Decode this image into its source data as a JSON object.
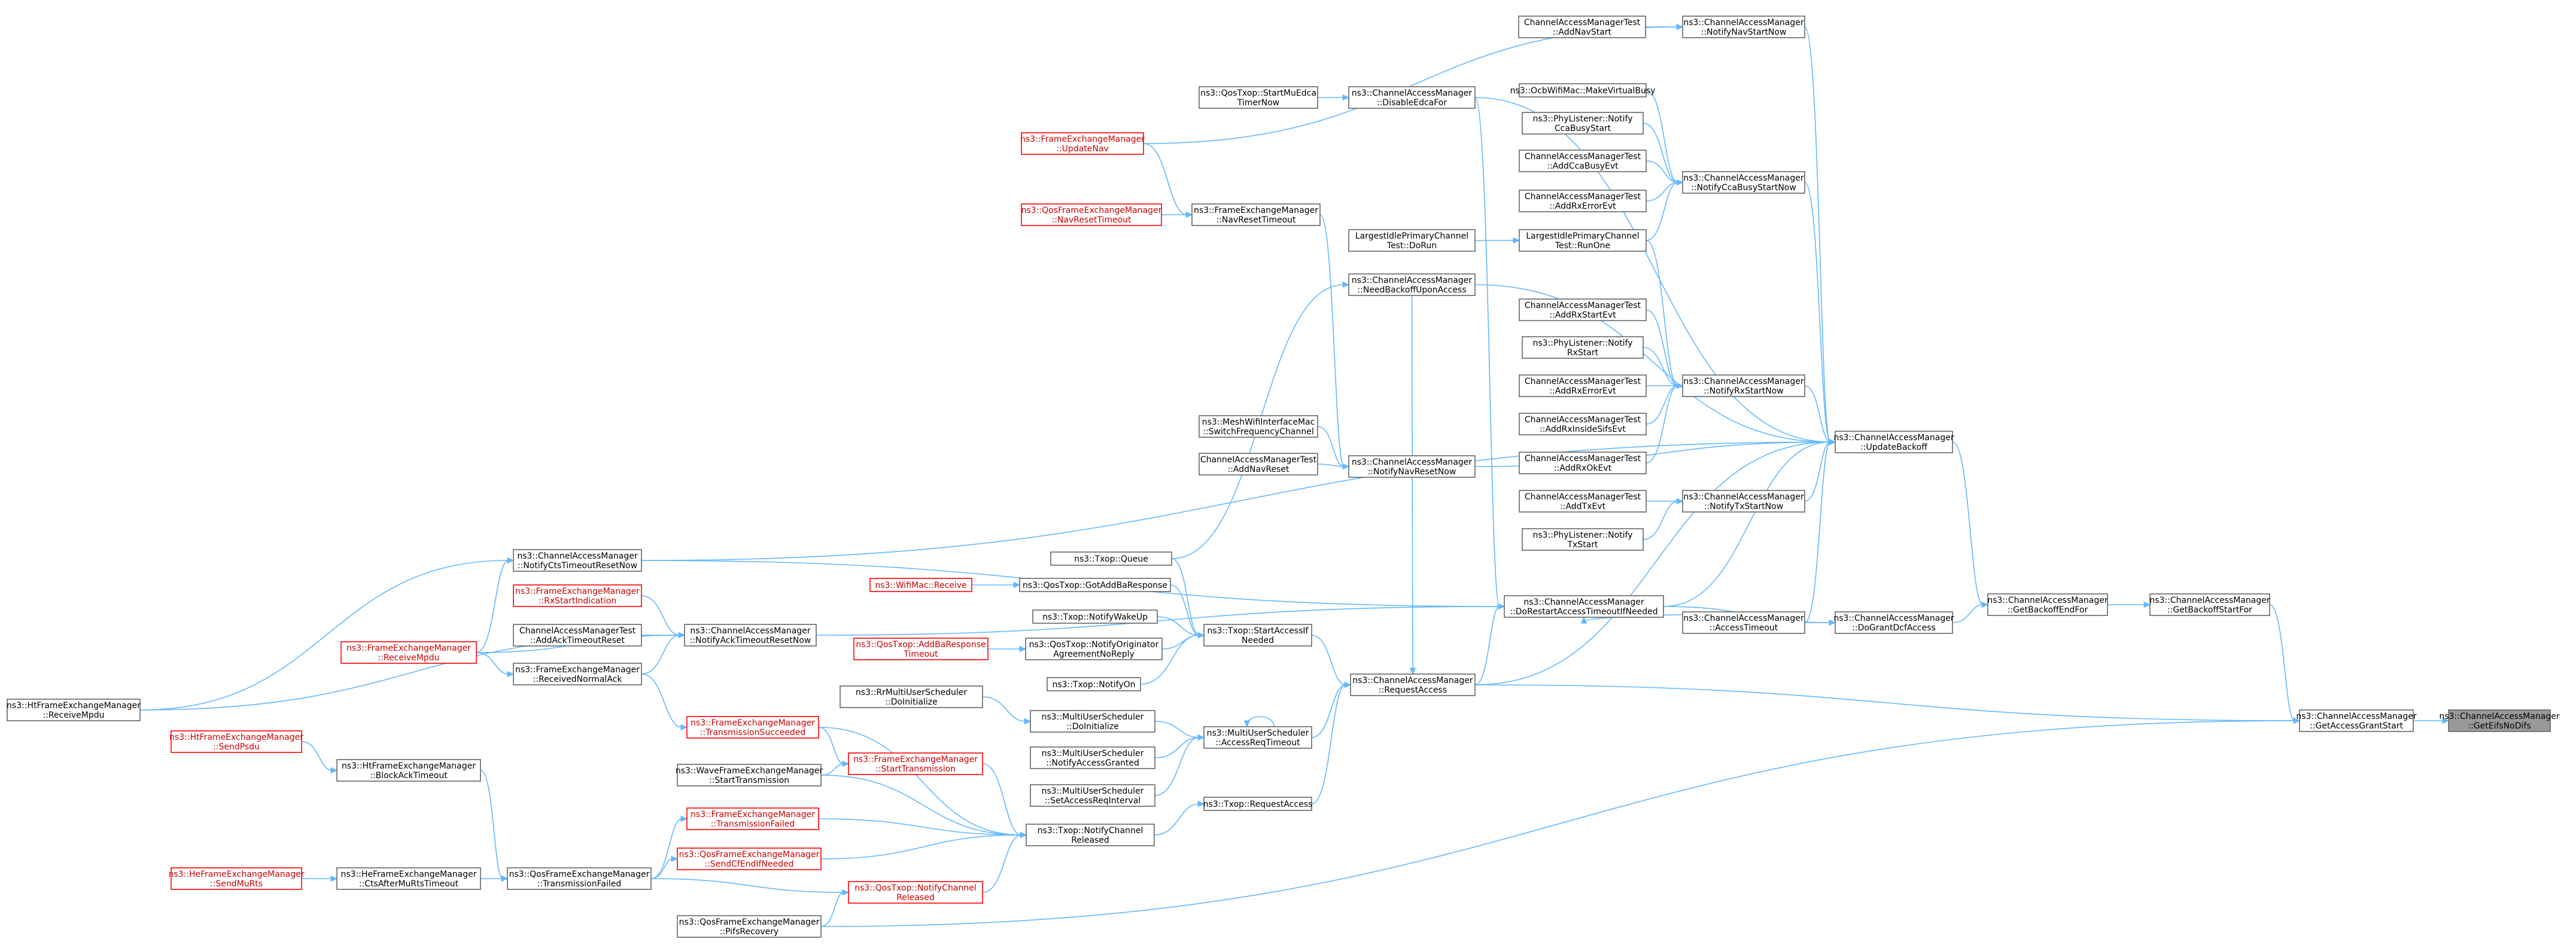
{
  "nodes": [
    {
      "id": "n1",
      "lines": [
        "ns3::ChannelAccessManager",
        "::GetEifsNoDifs"
      ],
      "style": "root"
    },
    {
      "id": "n2",
      "lines": [
        "ns3::ChannelAccessManager",
        "::GetAccessGrantStart"
      ],
      "style": "normal"
    },
    {
      "id": "n3",
      "lines": [
        "ns3::ChannelAccessManager",
        "::GetBackoffStartFor"
      ],
      "style": "normal"
    },
    {
      "id": "n4",
      "lines": [
        "ns3::ChannelAccessManager",
        "::GetBackoffEndFor"
      ],
      "style": "normal"
    },
    {
      "id": "n5",
      "lines": [
        "ns3::ChannelAccessManager",
        "::UpdateBackoff"
      ],
      "style": "normal"
    },
    {
      "id": "n6",
      "lines": [
        "ns3::ChannelAccessManager",
        "::DoGrantDcfAccess"
      ],
      "style": "normal"
    },
    {
      "id": "n7",
      "lines": [
        "ns3::ChannelAccessManager",
        "::AccessTimeout"
      ],
      "style": "normal"
    },
    {
      "id": "n8",
      "lines": [
        "ns3::ChannelAccessManager",
        "::DoRestartAccessTimeoutIfNeeded"
      ],
      "style": "normal"
    },
    {
      "id": "n9",
      "lines": [
        "ns3::ChannelAccessManager",
        "::RequestAccess"
      ],
      "style": "normal"
    },
    {
      "id": "n10",
      "lines": [
        "ns3::ChannelAccessManager",
        "::NotifyNavStartNow"
      ],
      "style": "normal"
    },
    {
      "id": "n11",
      "lines": [
        "ChannelAccessManagerTest",
        "::AddNavStart"
      ],
      "style": "normal"
    },
    {
      "id": "n12",
      "lines": [
        "ns3::ChannelAccessManager",
        "::DisableEdcaFor"
      ],
      "style": "normal"
    },
    {
      "id": "n13",
      "lines": [
        "ns3::QosTxop::StartMuEdca",
        "TimerNow"
      ],
      "style": "normal"
    },
    {
      "id": "n14",
      "lines": [
        "ns3::OcbWifiMac::MakeVirtualBusy"
      ],
      "style": "normal"
    },
    {
      "id": "n15",
      "lines": [
        "ns3::PhyListener::Notify",
        "CcaBusyStart"
      ],
      "style": "normal"
    },
    {
      "id": "n16",
      "lines": [
        "ChannelAccessManagerTest",
        "::AddCcaBusyEvt"
      ],
      "style": "normal"
    },
    {
      "id": "n17",
      "lines": [
        "ns3::ChannelAccessManager",
        "::NotifyCcaBusyStartNow"
      ],
      "style": "normal"
    },
    {
      "id": "n18",
      "lines": [
        "ChannelAccessManagerTest",
        "::AddRxErrorEvt"
      ],
      "style": "normal"
    },
    {
      "id": "n19",
      "lines": [
        "LargestIdlePrimaryChannel",
        "Test::RunOne"
      ],
      "style": "normal"
    },
    {
      "id": "n20",
      "lines": [
        "LargestIdlePrimaryChannel",
        "Test::DoRun"
      ],
      "style": "normal"
    },
    {
      "id": "n21",
      "lines": [
        "ns3::ChannelAccessManager",
        "::NeedBackoffUponAccess"
      ],
      "style": "normal"
    },
    {
      "id": "n22",
      "lines": [
        "ChannelAccessManagerTest",
        "::AddRxStartEvt"
      ],
      "style": "normal"
    },
    {
      "id": "n23",
      "lines": [
        "ns3::PhyListener::Notify",
        "RxStart"
      ],
      "style": "normal"
    },
    {
      "id": "n24",
      "lines": [
        "ChannelAccessManagerTest",
        "::AddRxErrorEvt"
      ],
      "style": "normal"
    },
    {
      "id": "n25",
      "lines": [
        "ns3::ChannelAccessManager",
        "::NotifyRxStartNow"
      ],
      "style": "normal"
    },
    {
      "id": "n26",
      "lines": [
        "ChannelAccessManagerTest",
        "::AddRxInsideSifsEvt"
      ],
      "style": "normal"
    },
    {
      "id": "n27",
      "lines": [
        "ChannelAccessManagerTest",
        "::AddRxOkEvt"
      ],
      "style": "normal"
    },
    {
      "id": "n28",
      "lines": [
        "ChannelAccessManagerTest",
        "::AddTxEvt"
      ],
      "style": "normal"
    },
    {
      "id": "n29",
      "lines": [
        "ns3::ChannelAccessManager",
        "::NotifyTxStartNow"
      ],
      "style": "normal"
    },
    {
      "id": "n30",
      "lines": [
        "ns3::PhyListener::Notify",
        "TxStart"
      ],
      "style": "normal"
    },
    {
      "id": "n31",
      "lines": [
        "ns3::MeshWifiInterfaceMac",
        "::SwitchFrequencyChannel"
      ],
      "style": "normal"
    },
    {
      "id": "n32",
      "lines": [
        "ns3::ChannelAccessManager",
        "::NotifyNavResetNow"
      ],
      "style": "normal"
    },
    {
      "id": "n33",
      "lines": [
        "ChannelAccessManagerTest",
        "::AddNavReset"
      ],
      "style": "normal"
    },
    {
      "id": "n34",
      "lines": [
        "ns3::FrameExchangeManager",
        "::UpdateNav"
      ],
      "style": "red"
    },
    {
      "id": "n35",
      "lines": [
        "ns3::FrameExchangeManager",
        "::NavResetTimeout"
      ],
      "style": "normal"
    },
    {
      "id": "n36",
      "lines": [
        "ns3::QosFrameExchangeManager",
        "::NavResetTimeout"
      ],
      "style": "red"
    },
    {
      "id": "n37",
      "lines": [
        "ns3::Txop::Queue"
      ],
      "style": "normal"
    },
    {
      "id": "n38",
      "lines": [
        "ns3::WifiMac::Receive"
      ],
      "style": "red"
    },
    {
      "id": "n39",
      "lines": [
        "ns3::QosTxop::GotAddBaResponse"
      ],
      "style": "normal"
    },
    {
      "id": "n40",
      "lines": [
        "ns3::Txop::NotifyWakeUp"
      ],
      "style": "normal"
    },
    {
      "id": "n41",
      "lines": [
        "ns3::Txop::StartAccessIf",
        "Needed"
      ],
      "style": "normal"
    },
    {
      "id": "n42",
      "lines": [
        "ns3::QosTxop::AddBaResponse",
        "Timeout"
      ],
      "style": "red"
    },
    {
      "id": "n43",
      "lines": [
        "ns3::QosTxop::NotifyOriginator",
        "AgreementNoReply"
      ],
      "style": "normal"
    },
    {
      "id": "n44",
      "lines": [
        "ns3::Txop::NotifyOn"
      ],
      "style": "normal"
    },
    {
      "id": "n45",
      "lines": [
        "ns3::RrMultiUserScheduler",
        "::DoInitialize"
      ],
      "style": "normal"
    },
    {
      "id": "n46",
      "lines": [
        "ns3::MultiUserScheduler",
        "::DoInitialize"
      ],
      "style": "normal"
    },
    {
      "id": "n47",
      "lines": [
        "ns3::MultiUserScheduler",
        "::AccessReqTimeout"
      ],
      "style": "normal"
    },
    {
      "id": "n48",
      "lines": [
        "ns3::MultiUserScheduler",
        "::NotifyAccessGranted"
      ],
      "style": "normal"
    },
    {
      "id": "n49",
      "lines": [
        "ns3::MultiUserScheduler",
        "::SetAccessReqInterval"
      ],
      "style": "normal"
    },
    {
      "id": "n50",
      "lines": [
        "ns3::Txop::RequestAccess"
      ],
      "style": "normal"
    },
    {
      "id": "n51",
      "lines": [
        "ns3::Txop::NotifyChannel",
        "Released"
      ],
      "style": "normal"
    },
    {
      "id": "n52",
      "lines": [
        "ns3::ChannelAccessManager",
        "::NotifyCtsTimeoutResetNow"
      ],
      "style": "normal"
    },
    {
      "id": "n53",
      "lines": [
        "ns3::FrameExchangeManager",
        "::RxStartIndication"
      ],
      "style": "red"
    },
    {
      "id": "n54",
      "lines": [
        "ns3::ChannelAccessManager",
        "::NotifyAckTimeoutResetNow"
      ],
      "style": "normal"
    },
    {
      "id": "n55",
      "lines": [
        "ChannelAccessManagerTest",
        "::AddAckTimeoutReset"
      ],
      "style": "normal"
    },
    {
      "id": "n56",
      "lines": [
        "ns3::FrameExchangeManager",
        "::ReceiveMpdu"
      ],
      "style": "red"
    },
    {
      "id": "n57",
      "lines": [
        "ns3::FrameExchangeManager",
        "::ReceivedNormalAck"
      ],
      "style": "normal"
    },
    {
      "id": "n58",
      "lines": [
        "ns3::HtFrameExchangeManager",
        "::ReceiveMpdu"
      ],
      "style": "normal"
    },
    {
      "id": "n59",
      "lines": [
        "ns3::FrameExchangeManager",
        "::TransmissionSucceeded"
      ],
      "style": "red"
    },
    {
      "id": "n60",
      "lines": [
        "ns3::HtFrameExchangeManager",
        "::SendPsdu"
      ],
      "style": "red"
    },
    {
      "id": "n61",
      "lines": [
        "ns3::HtFrameExchangeManager",
        "::BlockAckTimeout"
      ],
      "style": "normal"
    },
    {
      "id": "n62",
      "lines": [
        "ns3::WaveFrameExchangeManager",
        "::StartTransmission"
      ],
      "style": "normal"
    },
    {
      "id": "n63",
      "lines": [
        "ns3::FrameExchangeManager",
        "::StartTransmission"
      ],
      "style": "red"
    },
    {
      "id": "n64",
      "lines": [
        "ns3::FrameExchangeManager",
        "::TransmissionFailed"
      ],
      "style": "red"
    },
    {
      "id": "n65",
      "lines": [
        "ns3::QosFrameExchangeManager",
        "::SendCfEndIfNeeded"
      ],
      "style": "red"
    },
    {
      "id": "n66",
      "lines": [
        "ns3::HeFrameExchangeManager",
        "::SendMuRts"
      ],
      "style": "red"
    },
    {
      "id": "n67",
      "lines": [
        "ns3::HeFrameExchangeManager",
        "::CtsAfterMuRtsTimeout"
      ],
      "style": "normal"
    },
    {
      "id": "n68",
      "lines": [
        "ns3::QosFrameExchangeManager",
        "::TransmissionFailed"
      ],
      "style": "normal"
    },
    {
      "id": "n69",
      "lines": [
        "ns3::QosTxop::NotifyChannel",
        "Released"
      ],
      "style": "red"
    },
    {
      "id": "n70",
      "lines": [
        "ns3::QosFrameExchangeManager",
        "::PifsRecovery"
      ],
      "style": "normal"
    }
  ]
}
